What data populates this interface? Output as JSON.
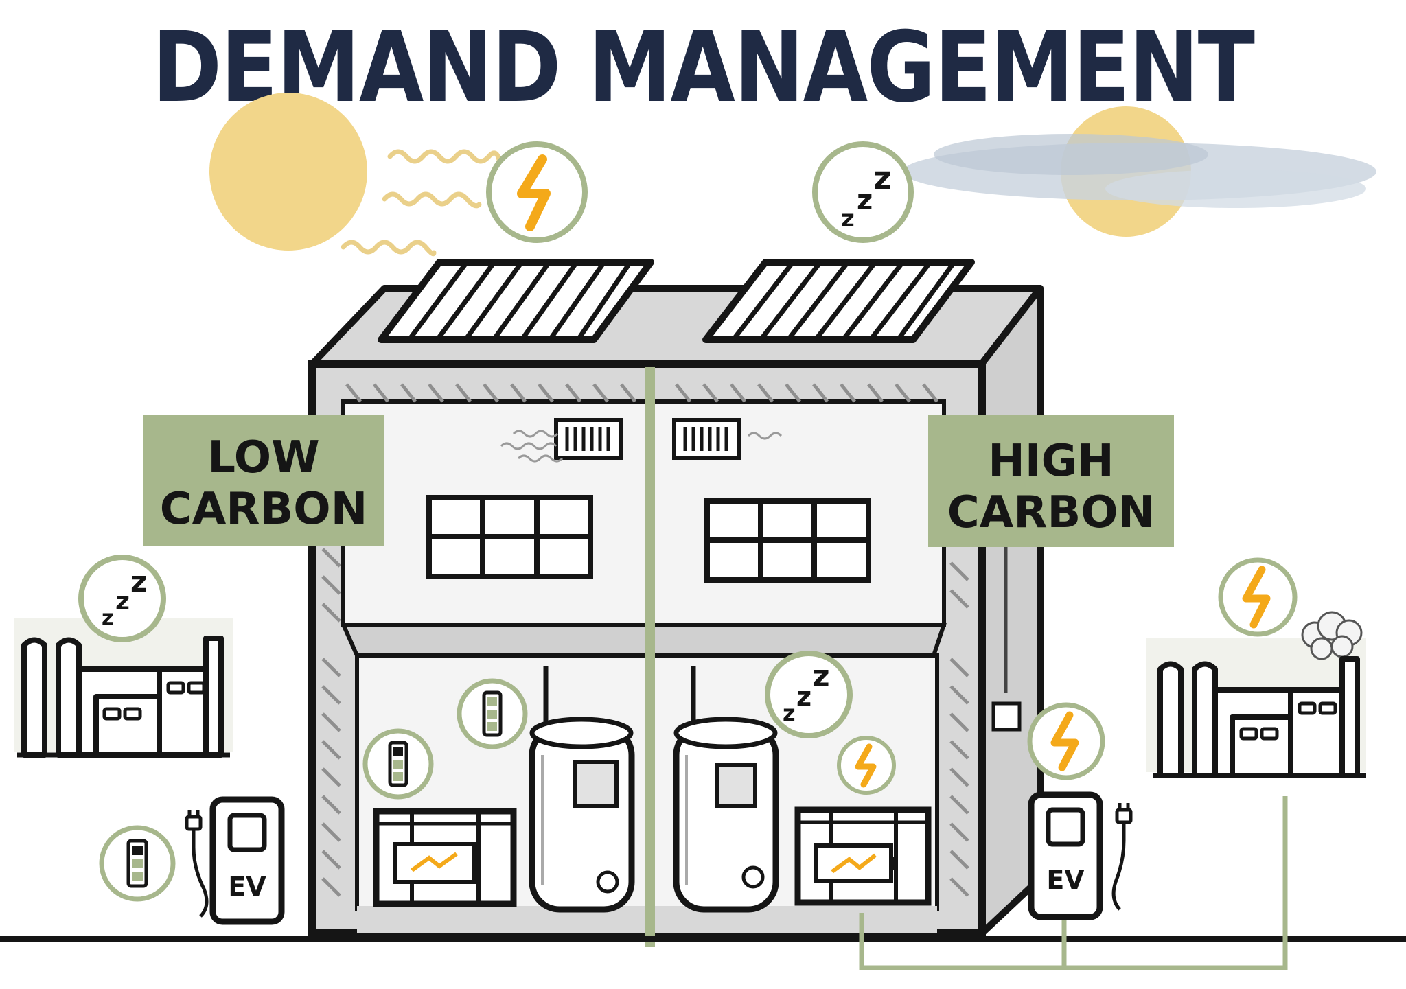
{
  "title": "DEMAND MANAGEMENT",
  "labels": {
    "low_line1": "LOW",
    "low_line2": "CARBON",
    "high_line1": "HIGH",
    "high_line2": "CARBON"
  },
  "ev_label": "EV",
  "colors": {
    "title": "#1f2a44",
    "sage": "#a7b78c",
    "sun": "#f2d68a",
    "bolt": "#f4a91a",
    "cloud": "#c9d3de",
    "house_wall": "#d6d6d6",
    "outline": "#151515"
  },
  "icons": [
    "sun-icon",
    "cloud-icon",
    "lightning-bolt-icon",
    "sleep-zzz-icon",
    "battery-level-icon",
    "ev-plug-icon",
    "smoke-icon"
  ]
}
